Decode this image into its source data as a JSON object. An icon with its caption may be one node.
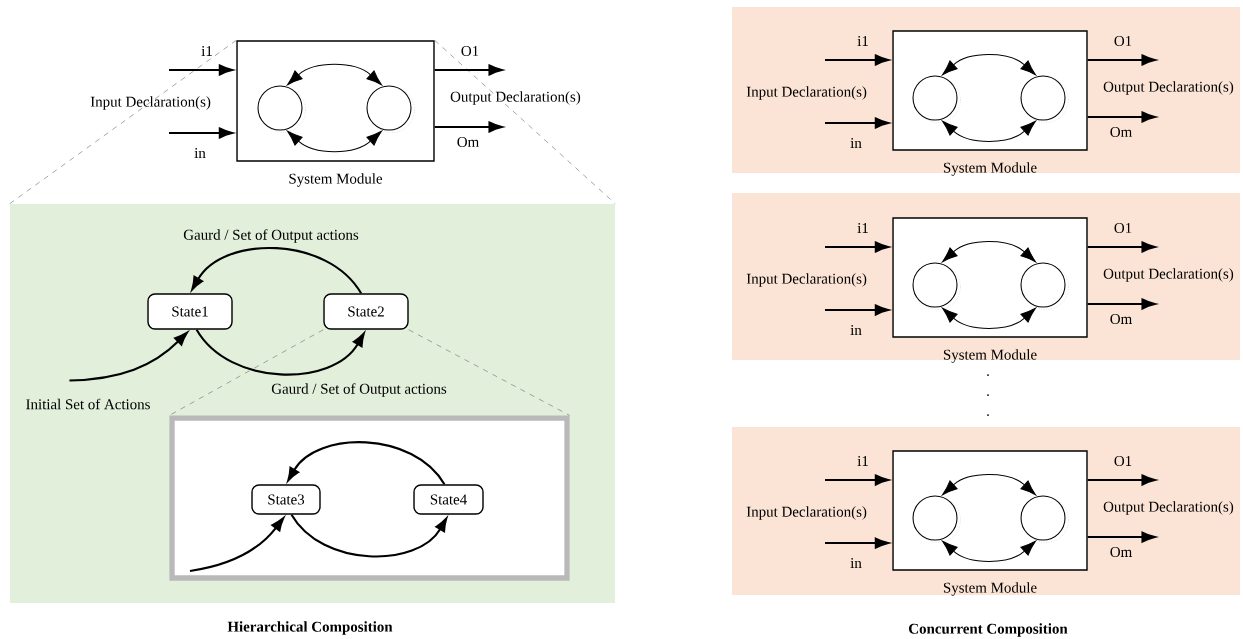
{
  "diagram": {
    "nodes": [
      {
        "text": [
          "System Module"
        ],
        "beside": [
          "Input Declaration(s)",
          "Output Declaration(s)"
        ]
      },
      {
        "text": [],
        "shape": "circle",
        "in": 0
      },
      {
        "text": [],
        "shape": "circle",
        "in": 0
      },
      {
        "text": [],
        "shape": "box"
      },
      {
        "text": [
          "State1"
        ],
        "in": 3
      },
      {
        "text": [
          "State2"
        ],
        "in": 3
      },
      {
        "text": [
          "Initial Set of Actions"
        ],
        "in": 3
      },
      {
        "text": [],
        "shape": "box",
        "in": 3
      },
      {
        "text": [
          "State3"
        ],
        "in": 7
      },
      {
        "text": [
          "State4"
        ],
        "in": 7
      },
      {
        "text": [],
        "shape": "box"
      },
      {
        "text": [
          "System Module"
        ],
        "beside": [
          "Input Declaration(s)",
          "Output Declaration(s)"
        ],
        "in": 10
      },
      {
        "text": [],
        "shape": "circle",
        "in": 11
      },
      {
        "text": [],
        "shape": "circle",
        "in": 11
      },
      {
        "text": [],
        "shape": "box"
      },
      {
        "text": [
          "System Module"
        ],
        "beside": [
          "Input Declaration(s)",
          "Output Declaration(s)"
        ],
        "in": 14
      },
      {
        "text": [],
        "shape": "circle",
        "in": 15
      },
      {
        "text": [],
        "shape": "circle",
        "in": 15
      },
      {
        "text": [],
        "shape": "box"
      },
      {
        "text": [
          "System Module"
        ],
        "beside": [
          "Input Declaration(s)",
          "Output Declaration(s)"
        ],
        "in": 18
      },
      {
        "text": [],
        "shape": "circle",
        "in": 19
      },
      {
        "text": [],
        "shape": "circle",
        "in": 19
      }
    ],
    "edges": [
      {
        "from": null,
        "to": 0,
        "arrow": "to",
        "label": "i1"
      },
      {
        "from": null,
        "to": 0,
        "arrow": "to",
        "label": "in"
      },
      {
        "from": 0,
        "to": null,
        "arrow": "to",
        "label": "O1"
      },
      {
        "from": 0,
        "to": null,
        "arrow": "to",
        "label": "Om"
      },
      {
        "from": 1,
        "to": 2,
        "arrow": "both"
      },
      {
        "from": 1,
        "to": 2,
        "arrow": "both"
      },
      {
        "from": 0,
        "to": 3,
        "arrow": "none",
        "style": "dashed",
        "color": "#808080"
      },
      {
        "from": 0,
        "to": 3,
        "arrow": "none",
        "style": "dashed",
        "color": "#808080"
      },
      {
        "from": 5,
        "to": 4,
        "arrow": "to",
        "label": "Gaurd / Set of Output actions"
      },
      {
        "from": 4,
        "to": 5,
        "arrow": "to",
        "label": "Gaurd / Set of Output actions"
      },
      {
        "from": 6,
        "to": 4,
        "arrow": "to"
      },
      {
        "from": 5,
        "to": 7,
        "arrow": "none",
        "style": "dashed",
        "color": "#808080"
      },
      {
        "from": 5,
        "to": 7,
        "arrow": "none",
        "style": "dashed",
        "color": "#808080"
      },
      {
        "from": 9,
        "to": 8,
        "arrow": "to"
      },
      {
        "from": 8,
        "to": 9,
        "arrow": "to"
      },
      {
        "from": null,
        "to": 8,
        "arrow": "to"
      },
      {
        "from": null,
        "to": 11,
        "arrow": "to",
        "label": "i1"
      },
      {
        "from": null,
        "to": 11,
        "arrow": "to",
        "label": "in"
      },
      {
        "from": 11,
        "to": null,
        "arrow": "to",
        "label": "O1"
      },
      {
        "from": 11,
        "to": null,
        "arrow": "to",
        "label": "Om"
      },
      {
        "from": 12,
        "to": 13,
        "arrow": "both"
      },
      {
        "from": 12,
        "to": 13,
        "arrow": "both"
      },
      {
        "from": null,
        "to": 15,
        "arrow": "to",
        "label": "i1"
      },
      {
        "from": null,
        "to": 15,
        "arrow": "to",
        "label": "in"
      },
      {
        "from": 15,
        "to": null,
        "arrow": "to",
        "label": "O1"
      },
      {
        "from": 15,
        "to": null,
        "arrow": "to",
        "label": "Om"
      },
      {
        "from": 16,
        "to": 17,
        "arrow": "both"
      },
      {
        "from": 16,
        "to": 17,
        "arrow": "both"
      },
      {
        "from": null,
        "to": 19,
        "arrow": "to",
        "label": "i1"
      },
      {
        "from": null,
        "to": 19,
        "arrow": "to",
        "label": "in"
      },
      {
        "from": 19,
        "to": null,
        "arrow": "to",
        "label": "O1"
      },
      {
        "from": 19,
        "to": null,
        "arrow": "to",
        "label": "Om"
      },
      {
        "from": 20,
        "to": 21,
        "arrow": "both"
      },
      {
        "from": 20,
        "to": 21,
        "arrow": "both"
      }
    ],
    "labels": [
      ".",
      ".",
      ".",
      "Hierarchical Composition",
      "Concurrent Composition"
    ]
  }
}
